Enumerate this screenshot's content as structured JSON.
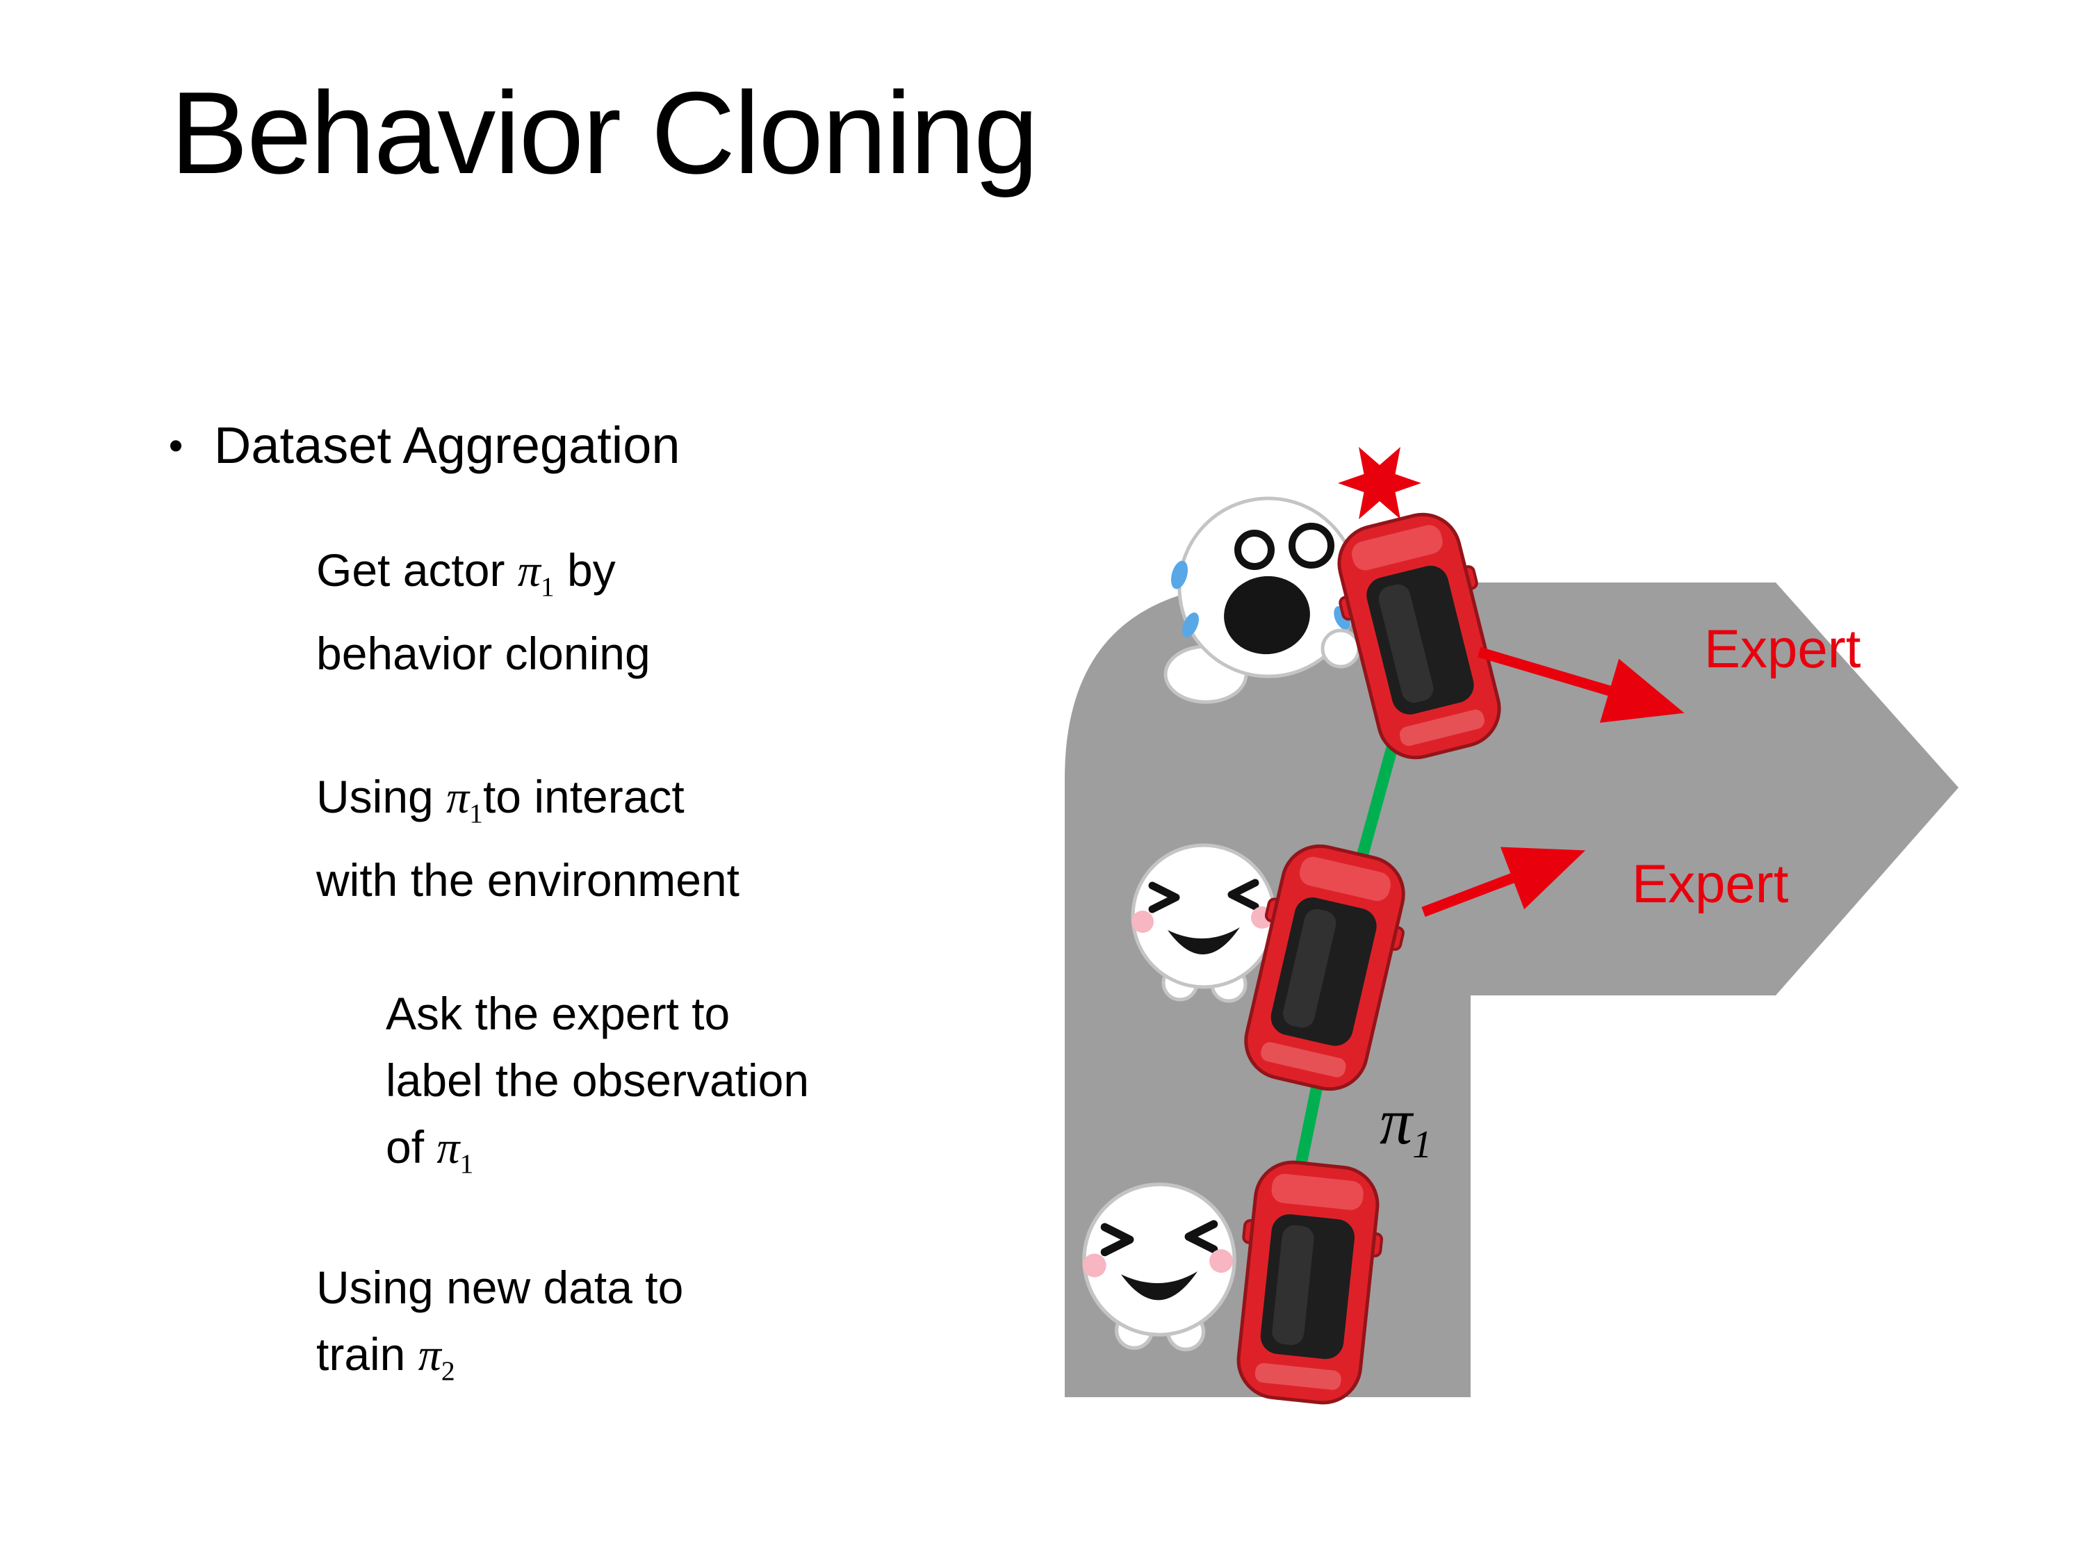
{
  "slide": {
    "title": "Behavior Cloning",
    "bullet": {
      "marker": "•",
      "text": "Dataset Aggregation"
    },
    "notes": [
      {
        "lines": [
          {
            "pre": "Get actor ",
            "math": "π",
            "sub": "1",
            "post": " by"
          },
          {
            "pre": "behavior cloning"
          }
        ]
      },
      {
        "lines": [
          {
            "pre": "Using ",
            "math": "π",
            "sub": "1",
            "post": "to interact"
          },
          {
            "pre": "with the environment"
          }
        ]
      },
      {
        "lines": [
          {
            "pre": "Ask the expert to"
          },
          {
            "pre": "label the observation"
          },
          {
            "pre": "of ",
            "math": "π",
            "sub": "1",
            "post": ""
          }
        ]
      },
      {
        "lines": [
          {
            "pre": "Using new data to"
          },
          {
            "pre": "train ",
            "math": "π",
            "sub": "2",
            "post": ""
          }
        ]
      }
    ]
  },
  "diagram": {
    "expert_labels": [
      "Expert",
      "Expert"
    ],
    "pi_label": {
      "math": "π",
      "sub": "1"
    },
    "colors": {
      "road_gray": "#9e9e9e",
      "trajectory_green": "#00b050",
      "expert_red": "#e8000d",
      "car_red": "#de2128"
    },
    "icons": {
      "road": "road-shape",
      "car": "car-icon",
      "shocked_character": "shocked-character-icon",
      "laughing_character": "laughing-character-icon",
      "shock_spark": "shock-spark-icon",
      "arrow": "expert-arrow",
      "trajectory": "trajectory-line"
    }
  }
}
